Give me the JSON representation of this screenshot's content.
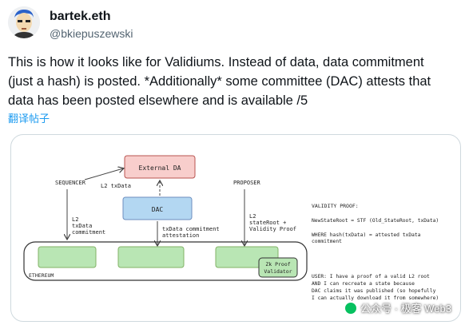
{
  "author": {
    "name": "bartek.eth",
    "handle": "@bkiepuszewski"
  },
  "tweet": {
    "line1": "This is how it looks like for Validiums. Instead of data, data commitment",
    "line2": "(just a hash) is posted. *Additionally* some committee (DAC) attests that",
    "line3": "data has been posted elsewhere and is available /5",
    "translate": "翻译帖子"
  },
  "diagram": {
    "external_da": "External DA",
    "sequencer": "SEQUENCER",
    "l2_txdata_top": "L2 txData",
    "proposer": "PROPOSER",
    "dac": "DAC",
    "seq_arrow_l1": "L2",
    "seq_arrow_l2": "txData",
    "seq_arrow_l3": "commitment",
    "dac_arrow_l1": "txData commitment",
    "dac_arrow_l2": "attestation",
    "prop_arrow_l1": "L2",
    "prop_arrow_l2": "stateRoot +",
    "prop_arrow_l3": "Validity Proof",
    "zk_l1": "Zk Proof",
    "zk_l2": "Validator",
    "ethereum": "ETHEREUM",
    "vp_title": "VALIDITY PROOF:",
    "vp_eq1": "NewStateRoot = STF (Old_StateRoot, txData)",
    "vp_eq2a": "WHERE hash(txData) = attested txData",
    "vp_eq2b": "commitment",
    "user_l1": "USER: I have a proof of a valid L2 root",
    "user_l2": "AND I can recreate a state because",
    "user_l3": "DAC claims it was published (so hopefully",
    "user_l4": "I can actually download it from somewhere)"
  },
  "watermark": {
    "text": "公众号 · 极客 Web3"
  },
  "colors": {
    "pink_box": "#f8cecc",
    "blue_box": "#b3d7f2",
    "green_box": "#b9e6b4",
    "link": "#1d9bf0"
  }
}
